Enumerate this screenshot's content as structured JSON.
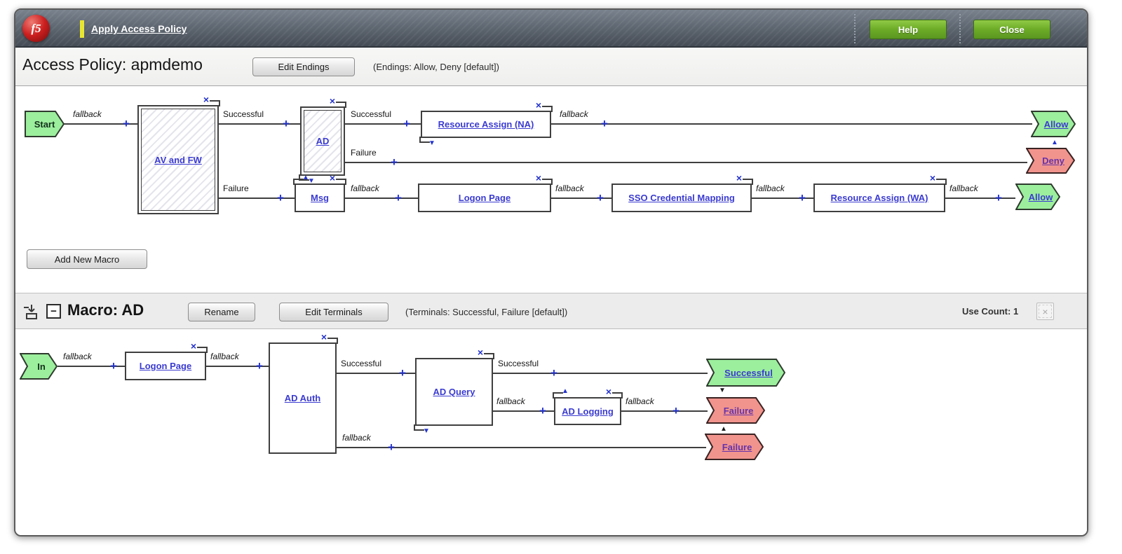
{
  "header": {
    "logo": "f5",
    "apply_link": "Apply Access Policy",
    "help_button": "Help",
    "close_button": "Close"
  },
  "policy": {
    "title": "Access Policy: apmdemo",
    "edit_endings_button": "Edit Endings",
    "endings_note": "(Endings: Allow, Deny [default])",
    "add_macro_button": "Add New Macro"
  },
  "macro": {
    "title": "Macro: AD",
    "rename_button": "Rename",
    "edit_terminals_button": "Edit Terminals",
    "terminals_note": "(Terminals: Successful, Failure [default])",
    "use_count": "Use Count: 1",
    "collapse_glyph": "−"
  },
  "labels": {
    "fallback": "fallback",
    "successful": "Successful",
    "failure": "Failure",
    "plus": "+",
    "close_x": "×",
    "expand_down": "▼",
    "expand_up": "▲"
  },
  "nodes": {
    "av_fw": "AV and FW",
    "ad": "AD",
    "resource_assign_na": "Resource Assign (NA)",
    "msg": "Msg",
    "logon_page": "Logon Page",
    "sso": "SSO Credential Mapping",
    "resource_assign_wa": "Resource Assign (WA)",
    "ad_auth": "AD Auth",
    "ad_query": "AD Query",
    "ad_logging": "AD Logging"
  },
  "terminals": {
    "start": "Start",
    "in": "In",
    "allow": "Allow",
    "deny": "Deny",
    "successful": "Successful",
    "failure": "Failure"
  },
  "colors": {
    "terminal_green": "#9cef9d",
    "terminal_red": "#f1948d",
    "link_blue": "#3b3bd1",
    "link_purple": "#6633aa",
    "button_green": "#6cab27"
  }
}
